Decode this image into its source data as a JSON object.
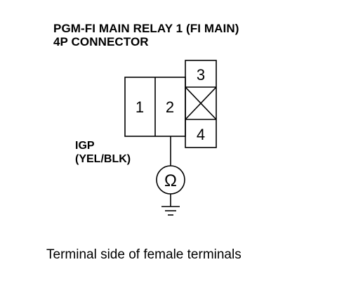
{
  "header": {
    "title_line1": "PGM-FI MAIN RELAY 1 (FI MAIN)",
    "title_line2": "4P CONNECTOR"
  },
  "connector": {
    "terminals": [
      "1",
      "2",
      "3",
      "4"
    ],
    "unused_terminal_mark": "X"
  },
  "wire": {
    "name": "IGP",
    "color": "(YEL/BLK)"
  },
  "meter": {
    "symbol": "Ω",
    "icon": "ohmmeter-icon"
  },
  "ground": {
    "icon": "ground-icon"
  },
  "caption": "Terminal side of female terminals"
}
